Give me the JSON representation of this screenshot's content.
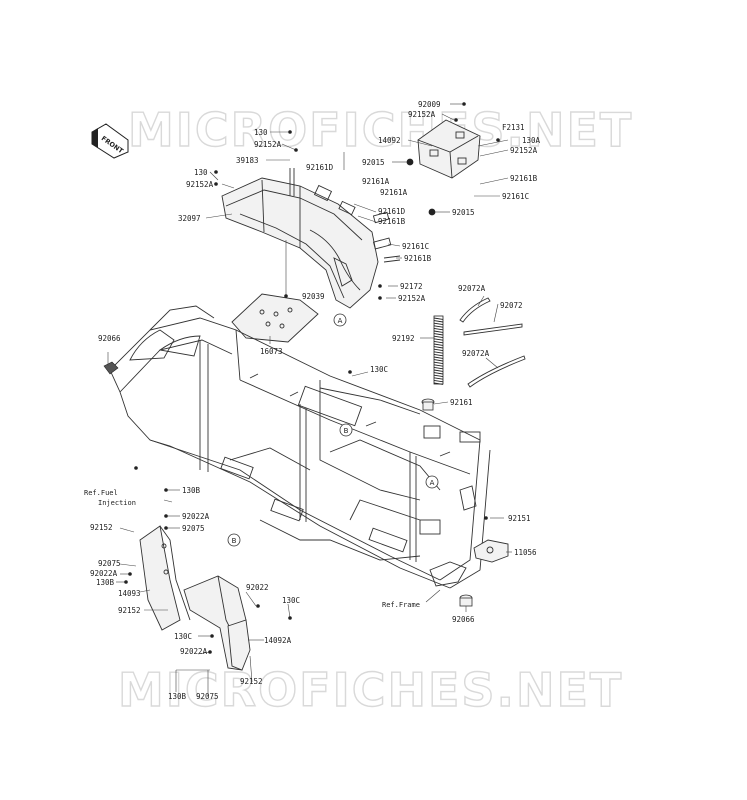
{
  "watermark": {
    "top": "MICROFICHES.NET",
    "bottom": "MICROFICHES.NET"
  },
  "front_badge": "FRONT",
  "ref_notes": {
    "fuel_line1": "Ref.Fuel",
    "fuel_line2": "Injection",
    "frame": "Ref.Frame"
  },
  "circle_marks": {
    "a": "A",
    "b": "B"
  },
  "labels": {
    "l92009": "92009",
    "l92152A_top": "92152A",
    "lF2131": "F2131",
    "l14092": "14092",
    "l130A": "130A",
    "l92152A_r1": "92152A",
    "l92015_a": "92015",
    "l92161B_r": "92161B",
    "l92161A_a": "92161A",
    "l92161A_b": "92161A",
    "l92161C_r": "92161C",
    "l92015_b": "92015",
    "l130_a": "130",
    "l92152A_a": "92152A",
    "l39183": "39183",
    "l92161D_top": "92161D",
    "l130_b": "130",
    "l92152A_b": "92152A",
    "l32097": "32097",
    "l92161D": "92161D",
    "l92161B_m": "92161B",
    "l92161C_m": "92161C",
    "l92161B_m2": "92161B",
    "l92172": "92172",
    "l92152A_m": "92152A",
    "l92039": "92039",
    "l16073": "16073",
    "l92072A_a": "92072A",
    "l92072": "92072",
    "l92192": "92192",
    "l92072A_b": "92072A",
    "l92066_a": "92066",
    "l130C_a": "130C",
    "l92161": "92161",
    "l130B_a": "130B",
    "l92022A_a": "92022A",
    "l92075_a": "92075",
    "l92152_a": "92152",
    "l92075_b": "92075",
    "l92022A_b": "92022A",
    "l130B_b": "130B",
    "l14093": "14093",
    "l92152_b": "92152",
    "l92022": "92022",
    "l130C_b": "130C",
    "l130C_c": "130C",
    "l14092A": "14092A",
    "l92022A_c": "92022A",
    "l92152_c": "92152",
    "l130B_c": "130B",
    "l92075_c": "92075",
    "l92151": "92151",
    "l11056": "11056",
    "l92066_b": "92066"
  }
}
